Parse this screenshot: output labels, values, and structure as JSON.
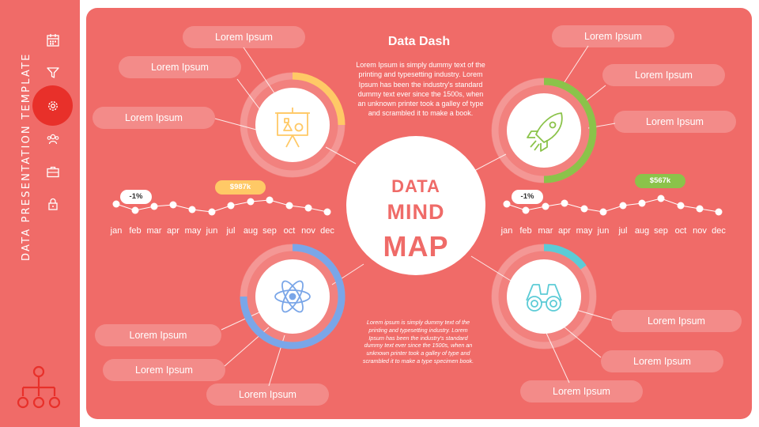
{
  "sidebar": {
    "title": "DATA PRESENTATION TEMPLATE",
    "icons": [
      "calendar-icon",
      "funnel-icon",
      "settings-icon",
      "users-icon",
      "briefcase-icon",
      "lock-icon"
    ],
    "bottom_icon": "org-chart-icon"
  },
  "center": {
    "line1": "DATA",
    "line2": "MIND",
    "line3": "MAP"
  },
  "data_dash": {
    "title": "Data Dash",
    "body": "Lorem Ipsum is simply dummy text of the printing and typesetting industry. Lorem Ipsum has been the industry's standard dummy text ever since the 1500s, when an unknown printer took a galley of type and scrambled it to make a book."
  },
  "note": {
    "body": "Lorem ipsum is simply dummy text of the printing and typesetting industry. Lorem Ipsum has been the industry's standard dummy text ever since the 1500s, when an unknown printer took a galley of type and scrambled it to make a type specimen book."
  },
  "labels": {
    "tl": [
      "Lorem Ipsum",
      "Lorem Ipsum",
      "Lorem Ipsum"
    ],
    "tr": [
      "Lorem Ipsum",
      "Lorem Ipsum",
      "Lorem Ipsum"
    ],
    "bl": [
      "Lorem Ipsum",
      "Lorem Ipsum",
      "Lorem Ipsum"
    ],
    "br": [
      "Lorem Ipsum",
      "Lorem Ipsum",
      "Lorem Ipsum"
    ]
  },
  "nodes": [
    {
      "icon": "presentation-board-icon",
      "color": "#ffc966",
      "progress": 0.25
    },
    {
      "icon": "rocket-icon",
      "color": "#8bc34a",
      "progress": 0.5
    },
    {
      "icon": "atom-icon",
      "color": "#7aa6e8",
      "progress": 0.75
    },
    {
      "icon": "binoculars-icon",
      "color": "#5ccbd6",
      "progress": 0.12
    }
  ],
  "sparklines": [
    {
      "months": [
        "jan",
        "feb",
        "mar",
        "apr",
        "may",
        "jun",
        "jul",
        "aug",
        "sep",
        "oct",
        "nov",
        "dec"
      ],
      "badge_left": "-1%",
      "badge_right": "$987k",
      "badge_right_color": "#ffc966"
    },
    {
      "months": [
        "jan",
        "feb",
        "mar",
        "apr",
        "may",
        "jun",
        "jul",
        "aug",
        "sep",
        "oct",
        "nov",
        "dec"
      ],
      "badge_left": "-1%",
      "badge_right": "$567k",
      "badge_right_color": "#8bc34a"
    }
  ],
  "colors": {
    "background": "#f06b68",
    "accent": "#e8302a",
    "white": "#ffffff"
  }
}
